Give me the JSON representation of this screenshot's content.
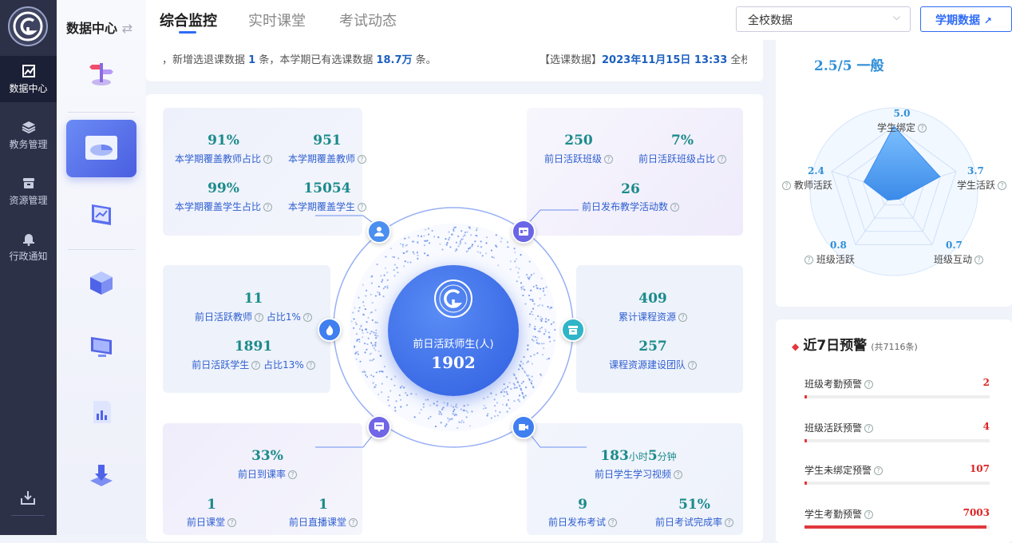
{
  "rail": {
    "items": [
      {
        "label": "数据中心",
        "icon": "chart-icon"
      },
      {
        "label": "教务管理",
        "icon": "layers-icon"
      },
      {
        "label": "资源管理",
        "icon": "box-icon"
      },
      {
        "label": "行政通知",
        "icon": "bell-icon"
      }
    ]
  },
  "sub": {
    "title": "数据中心",
    "switch": "⇄"
  },
  "tabs": [
    "综合监控",
    "实时课堂",
    "考试动态"
  ],
  "select": {
    "value": "全校数据"
  },
  "semester_btn": "学期数据",
  "notice": {
    "part1": "，新增选退课数据 ",
    "n1": "1",
    "part2": " 条，本学期已有选课数据 ",
    "n2": "18.7万",
    "part3": " 条。",
    "right_pre": "【选课数据】",
    "right_date": "2023年11月15日 13:33",
    "right_post": " 全校选"
  },
  "tl": {
    "a_val": "91%",
    "a_lbl": "本学期覆盖教师占比",
    "b_val": "951",
    "b_lbl": "本学期覆盖教师",
    "c_val": "99%",
    "c_lbl": "本学期覆盖学生占比",
    "d_val": "15054",
    "d_lbl": "本学期覆盖学生"
  },
  "tr": {
    "a_val": "250",
    "a_lbl": "前日活跃班级",
    "b_val": "7%",
    "b_lbl": "前日活跃班级占比",
    "c_val": "26",
    "c_lbl": "前日发布教学活动数"
  },
  "ml": {
    "a_val": "11",
    "a_lbl": "前日活跃教师",
    "a_pct": "占比1%",
    "b_val": "1891",
    "b_lbl": "前日活跃学生",
    "b_pct": "占比13%"
  },
  "mr": {
    "a_val": "409",
    "a_lbl": "累计课程资源",
    "b_val": "257",
    "b_lbl": "课程资源建设团队"
  },
  "bl": {
    "a_val": "33%",
    "a_lbl": "前日到课率",
    "b_val": "1",
    "b_lbl": "前日课堂",
    "c_val": "1",
    "c_lbl": "前日直播课堂"
  },
  "br": {
    "a_val": "183",
    "a_unit1": "小时",
    "a_val2": "5",
    "a_unit2": "分钟",
    "a_lbl": "前日学生学习视频",
    "b_val": "9",
    "b_lbl": "前日发布考试",
    "c_val": "51%",
    "c_lbl": "前日考试完成率"
  },
  "center": {
    "label": "前日活跃师生(人)",
    "value": "1902"
  },
  "radar": {
    "score": "2.5/5",
    "grade": "一般",
    "axes": [
      {
        "name": "学生绑定",
        "value": "5.0"
      },
      {
        "name": "学生活跃",
        "value": "3.7"
      },
      {
        "name": "班级互动",
        "value": "0.7"
      },
      {
        "name": "班级活跃",
        "value": "0.8"
      },
      {
        "name": "教师活跃",
        "value": "2.4"
      }
    ],
    "max": 5
  },
  "warn": {
    "title": "近7日预警",
    "total": "(共7116条)",
    "rows": [
      {
        "label": "班级考勤预警",
        "value": "2",
        "frac": 0.0003
      },
      {
        "label": "班级活跃预警",
        "value": "4",
        "frac": 0.0006
      },
      {
        "label": "学生未绑定预警",
        "value": "107",
        "frac": 0.015
      },
      {
        "label": "学生考勤预警",
        "value": "7003",
        "frac": 0.984
      }
    ]
  },
  "colors": {
    "accent": "#2f6cf5",
    "teal": "#1b8b8b",
    "warn": "#e0383c",
    "rail": "#2c3148"
  }
}
